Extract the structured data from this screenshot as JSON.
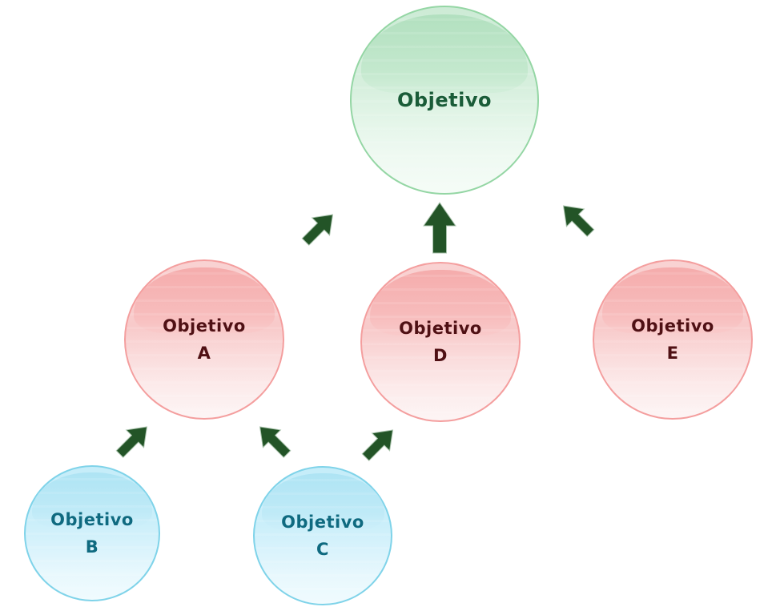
{
  "diagram": {
    "background_color": "#ffffff",
    "arrow_color": "#235427",
    "nodes": [
      {
        "id": "objetivo",
        "line1": "Objetivo",
        "line2": "",
        "level": "top",
        "theme": "green",
        "border_color": "#94d6a4",
        "text_color": "#1a5c38"
      },
      {
        "id": "objetivo-a",
        "line1": "Objetivo",
        "line2": "A",
        "level": "middle",
        "theme": "pink",
        "border_color": "#f49e9e",
        "text_color": "#4f1014"
      },
      {
        "id": "objetivo-d",
        "line1": "Objetivo",
        "line2": "D",
        "level": "middle",
        "theme": "pink",
        "border_color": "#f49e9e",
        "text_color": "#4f1014"
      },
      {
        "id": "objetivo-e",
        "line1": "Objetivo",
        "line2": "E",
        "level": "middle",
        "theme": "pink",
        "border_color": "#f49e9e",
        "text_color": "#4f1014"
      },
      {
        "id": "objetivo-b",
        "line1": "Objetivo",
        "line2": "B",
        "level": "bottom",
        "theme": "blue",
        "border_color": "#7fd3e9",
        "text_color": "#0f6a80"
      },
      {
        "id": "objetivo-c",
        "line1": "Objetivo",
        "line2": "C",
        "level": "bottom",
        "theme": "blue",
        "border_color": "#7fd3e9",
        "text_color": "#0f6a80"
      }
    ],
    "edges": [
      {
        "from": "objetivo-a",
        "to": "objetivo"
      },
      {
        "from": "objetivo-d",
        "to": "objetivo"
      },
      {
        "from": "objetivo-e",
        "to": "objetivo"
      },
      {
        "from": "objetivo-b",
        "to": "objetivo-a"
      },
      {
        "from": "objetivo-c",
        "to": "objetivo-a"
      },
      {
        "from": "objetivo-c",
        "to": "objetivo-d"
      }
    ]
  }
}
